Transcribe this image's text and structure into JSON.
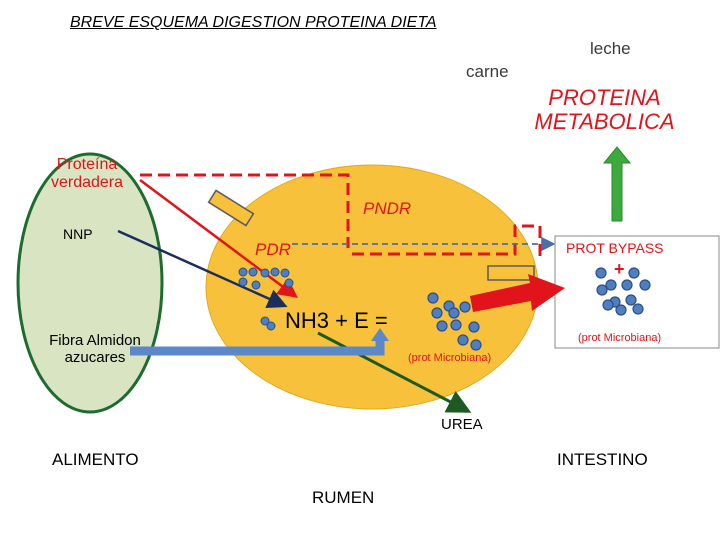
{
  "title": "BREVE ESQUEMA DIGESTION PROTEINA DIETA",
  "sources": {
    "milk": "leche",
    "meat": "carne"
  },
  "metabolic_protein": "PROTEINA METABOLICA",
  "feed": {
    "true_protein": "Proteína verdadera",
    "npn": "NNP",
    "carbs": "Fibra Almidon azucares",
    "label": "ALIMENTO"
  },
  "rumen": {
    "label": "RUMEN",
    "pndr": "PNDR",
    "pdr": "PDR",
    "equation": "NH3 + E =",
    "microbial_protein": "(prot Microbiana)"
  },
  "intestine": {
    "label": "INTESTINO",
    "bypass": "PROT BYPASS",
    "plus": "+",
    "microbial_protein": "(prot Microbiana)"
  },
  "urea": "UREA",
  "colors": {
    "feed_fill": "#d8e4c2",
    "feed_border": "#1d6b2e",
    "rumen_fill": "#f8c13b",
    "rumen_border": "#e6a81a",
    "intestine_border": "#8a8a8a",
    "red": "#e0141a",
    "navy": "#1a2e5e",
    "green_arrow": "#3caa3c",
    "dashed_blue": "#4a6fa8",
    "cell": "#4f7fc0",
    "blue_arrow": "#5b88c8"
  }
}
